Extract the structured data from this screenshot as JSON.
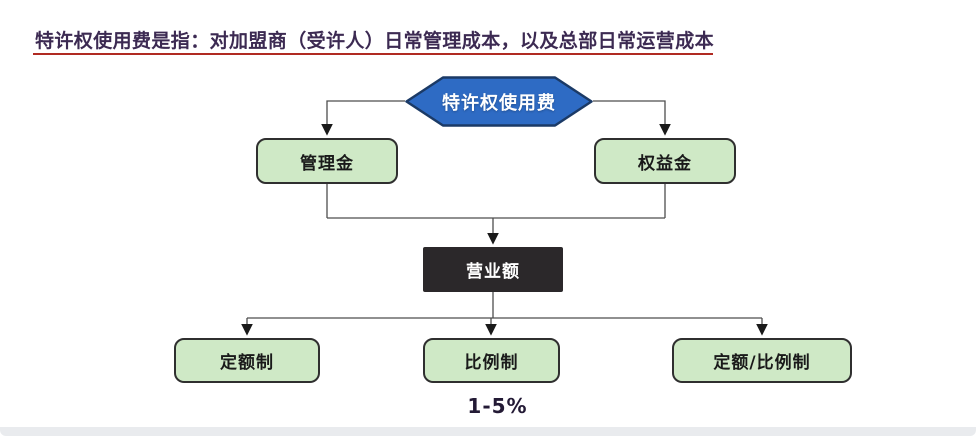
{
  "title": {
    "text": "特许权使用费是指：对加盟商（受许人）日常管理成本，以及总部日常运营成本"
  },
  "diagram": {
    "root": {
      "label": "特许权使用费",
      "shape": "hexagon"
    },
    "level1": [
      {
        "label": "管理金"
      },
      {
        "label": "权益金"
      }
    ],
    "level2": {
      "label": "营业额"
    },
    "level3": [
      {
        "label": "定额制"
      },
      {
        "label": "比例制"
      },
      {
        "label": "定额/比例制"
      }
    ],
    "note": "1-5%"
  },
  "colors": {
    "page-bg": "#ffffff",
    "title-text": "#3c2a52",
    "title-underline": "#b02a22",
    "hex-fill": "#2e6bc4",
    "hex-border": "#1b3a66",
    "hex-text": "#ffffff",
    "green-fill": "#cfe9c6",
    "green-border": "#2f2f2f",
    "node-text": "#1a1a1a",
    "dark-fill": "#2b282a",
    "dark-text": "#ffffff",
    "line": "#4d4d4d",
    "note-text": "#231a35",
    "strip": "#e9ebee"
  }
}
